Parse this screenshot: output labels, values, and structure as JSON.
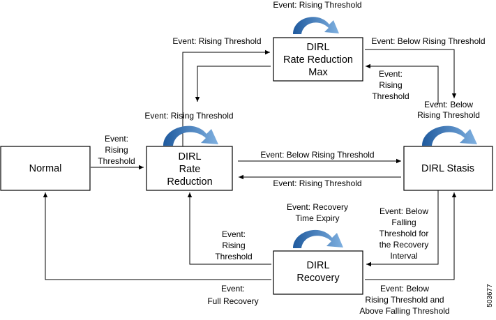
{
  "colors": {
    "self_loop_arrow": "#1f5a9e",
    "self_loop_arrow_light": "#7fb0e0",
    "line": "#000000",
    "box_border": "#000000",
    "background": "#ffffff"
  },
  "icons": {
    "self_loop": "curved-arrow-icon"
  },
  "states": {
    "normal": [
      "Normal"
    ],
    "rate_reduction": [
      "DIRL",
      "Rate",
      "Reduction"
    ],
    "rate_reduction_max": [
      "DIRL",
      "Rate Reduction",
      "Max"
    ],
    "stasis": [
      "DIRL Stasis"
    ],
    "recovery": [
      "DIRL",
      "Recovery"
    ]
  },
  "transitions": {
    "max_self_loop": [
      "Event: Rising Threshold"
    ],
    "rr_to_max": [
      "Event: Rising Threshold"
    ],
    "max_to_stasis": [
      "Event: Below Rising Threshold"
    ],
    "stasis_to_max": [
      "Event:",
      "Rising",
      "Threshold"
    ],
    "stasis_self_loop": [
      "Event: Below",
      "Rising Threshold"
    ],
    "rr_self_loop": [
      "Event: Rising Threshold"
    ],
    "normal_to_rr": [
      "Event:",
      "Rising",
      "Threshold"
    ],
    "rr_to_stasis": [
      "Event: Below Rising Threshold"
    ],
    "stasis_to_rr": [
      "Event: Rising Threshold"
    ],
    "recovery_self_loop": [
      "Event: Recovery",
      "Time Expiry"
    ],
    "recovery_to_rr": [
      "Event:",
      "Rising",
      "Threshold"
    ],
    "stasis_to_recovery": [
      "Event: Below",
      "Falling",
      "Threshold for",
      "the Recovery",
      "Interval"
    ],
    "recovery_to_normal": [
      "Event:",
      "Full Recovery"
    ],
    "recovery_to_stasis": [
      "Event: Below",
      "Rising Threshold and",
      "Above Falling Threshold"
    ]
  },
  "figure_id": "503677"
}
